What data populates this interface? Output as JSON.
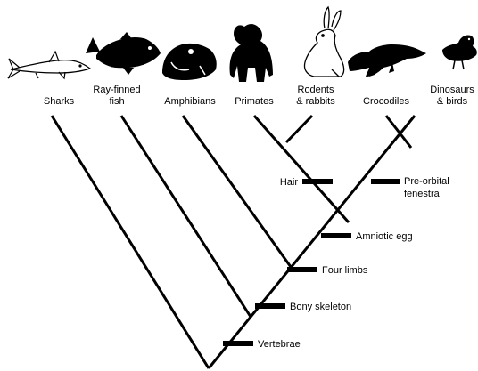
{
  "diagram": {
    "kind": "cladogram",
    "taxa": [
      {
        "id": "sharks",
        "lines": [
          "Sharks"
        ],
        "icon": "shark-icon"
      },
      {
        "id": "ray-finned-fish",
        "lines": [
          "Ray-finned",
          "fish"
        ],
        "icon": "fish-icon"
      },
      {
        "id": "amphibians",
        "lines": [
          "Amphibians"
        ],
        "icon": "frog-icon"
      },
      {
        "id": "primates",
        "lines": [
          "Primates"
        ],
        "icon": "gorilla-icon"
      },
      {
        "id": "rodents-rabbits",
        "lines": [
          "Rodents",
          "& rabbits"
        ],
        "icon": "rabbit-icon"
      },
      {
        "id": "crocodiles",
        "lines": [
          "Crocodiles"
        ],
        "icon": "crocodile-icon"
      },
      {
        "id": "dinosaurs-birds",
        "lines": [
          "Dinosaurs",
          "& birds"
        ],
        "icon": "bird-icon"
      }
    ],
    "traits": [
      {
        "id": "hair",
        "lines": [
          "Hair"
        ],
        "side": "left"
      },
      {
        "id": "pre-orbital-fenestra",
        "lines": [
          "Pre-orbital",
          "fenestra"
        ],
        "side": "right"
      },
      {
        "id": "amniotic-egg",
        "lines": [
          "Amniotic egg"
        ],
        "side": "right"
      },
      {
        "id": "four-limbs",
        "lines": [
          "Four limbs"
        ],
        "side": "right"
      },
      {
        "id": "bony-skeleton",
        "lines": [
          "Bony skeleton"
        ],
        "side": "right"
      },
      {
        "id": "vertebrae",
        "lines": [
          "Vertebrae"
        ],
        "side": "right"
      }
    ],
    "colors": {
      "line": "#000000",
      "background": "#ffffff"
    }
  }
}
